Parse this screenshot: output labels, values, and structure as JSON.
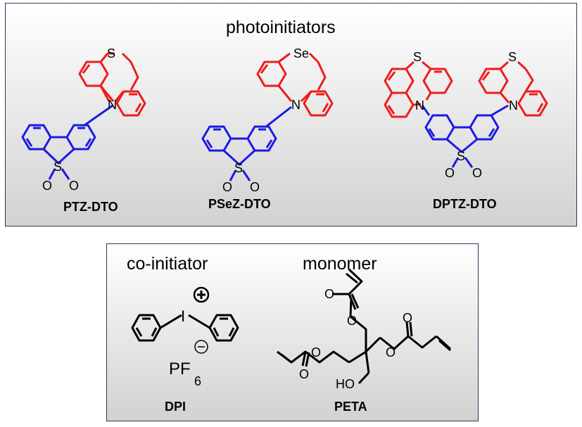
{
  "top_panel": {
    "heading": "photoinitiators",
    "compounds": [
      {
        "name": "PTZ-DTO",
        "heteroatom": "S"
      },
      {
        "name": "PSeZ-DTO",
        "heteroatom": "Se"
      },
      {
        "name": "DPTZ-DTO",
        "heteroatom": "S"
      }
    ]
  },
  "bottom_panel": {
    "coinitiator_heading": "co-initiator",
    "monomer_heading": "monomer",
    "coinitiator": {
      "name": "DPI",
      "cation_atom": "I",
      "counterion": "PF",
      "counterion_subscript": "6"
    },
    "monomer": {
      "name": "PETA",
      "hydroxyl": "HO"
    }
  },
  "atoms": {
    "sulfur": "S",
    "nitrogen": "N",
    "oxygen": "O"
  },
  "colors": {
    "donor": "#ee1c1c",
    "acceptor": "#1a1ae6",
    "bond": "#000000",
    "border": "#2b3a5c"
  }
}
